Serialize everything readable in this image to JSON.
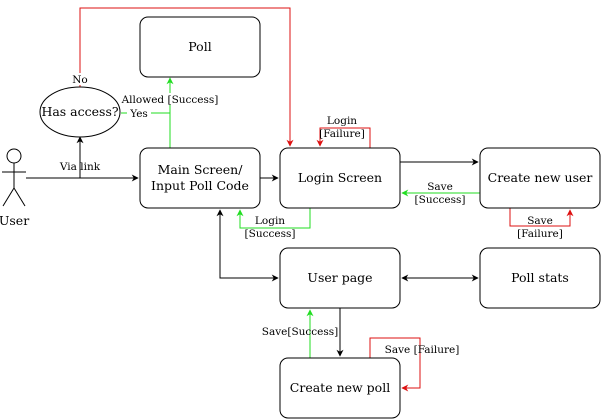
{
  "colors": {
    "black": "#000000",
    "green": "#22dd22",
    "red": "#dd1111",
    "white": "#ffffff"
  },
  "actor": {
    "label": "User"
  },
  "nodes": {
    "poll": "Poll",
    "has_access": "Has access?",
    "main_screen_line1": "Main Screen/",
    "main_screen_line2": "Input Poll Code",
    "login_screen": "Login Screen",
    "create_user": "Create new user",
    "user_page": "User page",
    "poll_stats": "Poll stats",
    "create_poll": "Create new poll"
  },
  "edges": {
    "via_link": "Via link",
    "no": "No",
    "yes": "Yes",
    "allowed_success": "Allowed [Success]",
    "login_failure_1": "Login",
    "login_failure_2": "[Failure]",
    "login_success_1": "Login",
    "login_success_2": "[Success]",
    "save_success_user_1": "Save",
    "save_success_user_2": "[Success]",
    "save_failure_user_1": "Save",
    "save_failure_user_2": "[Failure]",
    "save_success_poll": "Save[Success]",
    "save_failure_poll": "Save [Failure]"
  }
}
